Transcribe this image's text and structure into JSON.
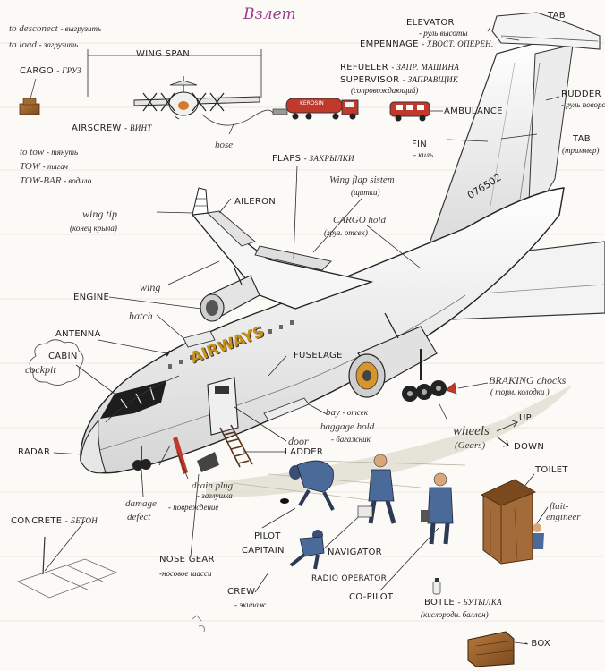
{
  "title": "Взлет",
  "aircraft": {
    "registration": "076502",
    "livery": "AIRWAYS",
    "tanker_text": "KEROSIN"
  },
  "vocabulary": {
    "to_desconect": "to desconect",
    "to_desconect_tr": "- выгрузить",
    "to_load": "to load",
    "to_load_tr": "- загрузить",
    "cargo": "CARGO",
    "cargo_tr": "- груз",
    "wing_span": "WING SPAN",
    "airscrew": "AIRSCREW",
    "airscrew_tr": "- винт",
    "hose": "hose",
    "to_tow": "to tow",
    "to_tow_tr": "- тянуть",
    "tow": "TOW",
    "tow_tr": "- тягач",
    "tow_bar": "TOW-BAR",
    "tow_bar_tr": "- водило",
    "elevator": "ELEVATOR",
    "elevator_tr": "- руль высоты",
    "tab_top": "TAB",
    "empennage": "EMPENNAGE",
    "empennage_tr": "- хвост. оперен.",
    "refueler": "REFUELER",
    "refueler_tr": "- запр. машина",
    "supervisor": "SUPERVISOR",
    "supervisor_tr": "- заправщик",
    "supervisor_note": "(сопровождающий)",
    "ambulance": "AMBULANCE",
    "rudder": "RUDDER",
    "rudder_tr": "- руль поворота",
    "fin": "FIN",
    "fin_tr": "- киль",
    "tab_right": "TAB",
    "tab_right_tr": "(триммер)",
    "flaps": "FLAPS",
    "flaps_tr": "- закрылки",
    "wing_flap_sistem": "Wing flap sistem",
    "wing_flap_sistem_tr": "(щитки)",
    "cargo_hold": "CARGO hold",
    "cargo_hold_tr": "(груз. отсек)",
    "aileron": "AiLERON",
    "wing_tip": "wing tip",
    "wing_tip_tr": "(конец крыла)",
    "wing": "wing",
    "engine": "ENGINE",
    "hatch": "hatch",
    "antenna": "ANTENNA",
    "cabin": "CABIN",
    "cockpit": "cockpit",
    "fuselage": "FUSELAGE",
    "braking_chocks": "BRAKING chocks",
    "braking_chocks_tr": "( торм. колодки )",
    "wheels": "wheels",
    "gears": "(Gears)",
    "up": "UP",
    "down": "DOWN",
    "bay": "bay",
    "bay_tr": "- отсек",
    "baggage_hold": "baggage hold",
    "baggage_hold_tr": "- багажник",
    "door": "door",
    "ladder": "LADDER",
    "radar": "RADAR",
    "drain_plug": "drain plug",
    "drain_plug_tr": "- заглушка",
    "damage": "damage",
    "defect": "defect",
    "damage_tr": "- повреждение",
    "toilet": "TOILET",
    "flait_engineer": "flait-",
    "flait_engineer_2": "engineer",
    "concrete": "CONCRETE",
    "concrete_tr": "- бетон",
    "pilot": "PILOT",
    "capitain": "CAPITAIN",
    "navigator": "NAVIGATOR",
    "radio_operator": "RADIO OPERATOR",
    "nose_gear": "NOSE GEAR",
    "nose_gear_tr": "-носовое шасси",
    "crew": "CREW",
    "crew_tr": "- экипаж",
    "co_pilot": "CO-PILOT",
    "botle": "BOTLE",
    "botle_tr": "- бутылка",
    "botle_note": "(кислородн. баллон)",
    "box": "- Box"
  }
}
